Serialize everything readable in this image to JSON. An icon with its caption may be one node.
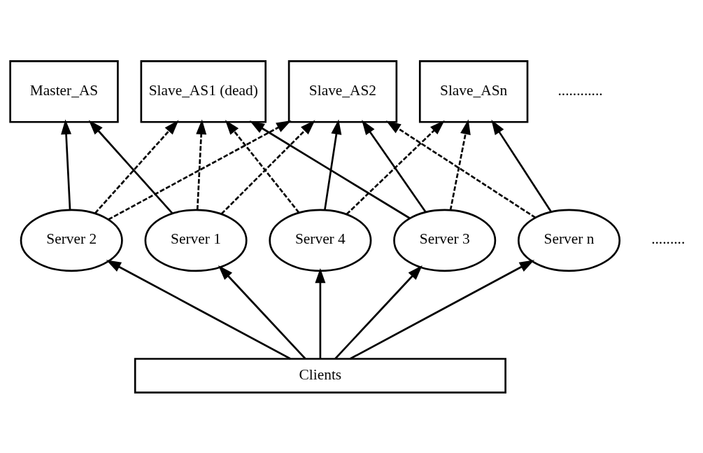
{
  "diagram": {
    "nodes": [
      {
        "text": [
          "Master_AS"
        ]
      },
      {
        "text": [
          "Slave_AS1 (dead)"
        ]
      },
      {
        "text": [
          "Slave_AS2"
        ]
      },
      {
        "text": [
          "Slave_ASn"
        ]
      },
      {
        "text": [
          "Server 1"
        ]
      },
      {
        "text": [
          "Server 2"
        ]
      },
      {
        "text": [
          "Server 3"
        ]
      },
      {
        "text": [
          "Server 4"
        ]
      },
      {
        "text": [
          "Server n"
        ]
      },
      {
        "text": [
          "Clients"
        ]
      }
    ],
    "edges": [
      {
        "from": 4,
        "to": 0,
        "arrow": "to"
      },
      {
        "from": 5,
        "to": 0,
        "arrow": "to"
      },
      {
        "from": 4,
        "to": 1,
        "arrow": "to",
        "style": "dashed"
      },
      {
        "from": 5,
        "to": 1,
        "arrow": "to",
        "style": "dashed"
      },
      {
        "from": 6,
        "to": 1,
        "arrow": "to"
      },
      {
        "from": 7,
        "to": 1,
        "arrow": "to",
        "style": "dashed"
      },
      {
        "from": 4,
        "to": 2,
        "arrow": "to",
        "style": "dashed"
      },
      {
        "from": 5,
        "to": 2,
        "arrow": "to",
        "style": "dashed"
      },
      {
        "from": 6,
        "to": 2,
        "arrow": "to"
      },
      {
        "from": 7,
        "to": 2,
        "arrow": "to"
      },
      {
        "from": 8,
        "to": 2,
        "arrow": "to",
        "style": "dashed"
      },
      {
        "from": 6,
        "to": 3,
        "arrow": "to",
        "style": "dashed"
      },
      {
        "from": 7,
        "to": 3,
        "arrow": "to",
        "style": "dashed"
      },
      {
        "from": 8,
        "to": 3,
        "arrow": "to"
      },
      {
        "from": 9,
        "to": 4,
        "arrow": "to"
      },
      {
        "from": 9,
        "to": 5,
        "arrow": "to"
      },
      {
        "from": 9,
        "to": 6,
        "arrow": "to"
      },
      {
        "from": 9,
        "to": 7,
        "arrow": "to"
      },
      {
        "from": 9,
        "to": 8,
        "arrow": "to"
      }
    ],
    "labels": [
      "............",
      "........."
    ]
  }
}
